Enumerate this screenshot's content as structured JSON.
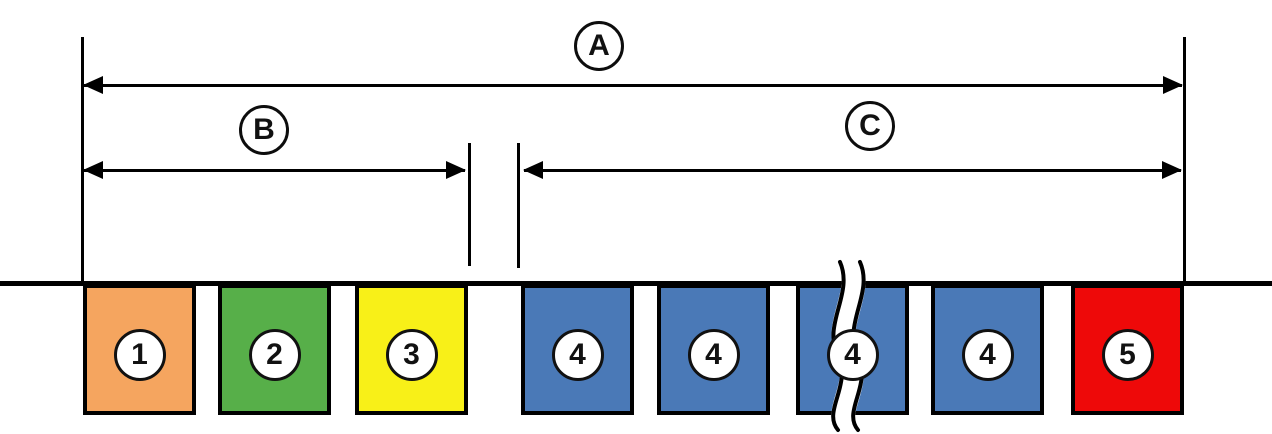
{
  "diagram": {
    "title": "dimension-diagram",
    "dimension_a": {
      "label": "A"
    },
    "dimension_b": {
      "label": "B"
    },
    "dimension_c": {
      "label": "C"
    },
    "blocks": [
      {
        "label": "1",
        "color": "#F5A55F"
      },
      {
        "label": "2",
        "color": "#57AF49"
      },
      {
        "label": "3",
        "color": "#F8F018"
      },
      {
        "label": "4",
        "color": "#4A79B7"
      },
      {
        "label": "4",
        "color": "#4A79B7"
      },
      {
        "label": "4",
        "color": "#4A79B7",
        "continuation_break": true
      },
      {
        "label": "4",
        "color": "#4A79B7"
      },
      {
        "label": "5",
        "color": "#EE0909"
      }
    ],
    "line_color": "#000000",
    "background": "#FFFFFF"
  }
}
